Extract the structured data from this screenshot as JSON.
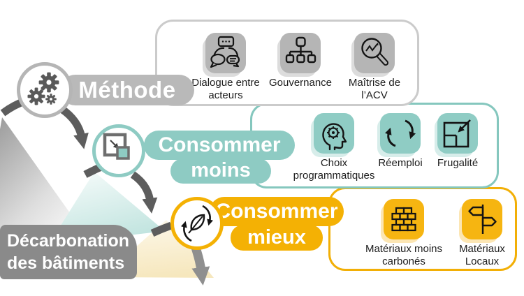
{
  "root": {
    "label_line1": "Décarbonation",
    "label_line2": "des bâtiments"
  },
  "colors": {
    "methode_gray": "#b9b9b9",
    "teal": "#8ecbc3",
    "yellow": "#f4b104",
    "root_gray": "#8a8a8a",
    "arrow_dark": "#5d5d5d",
    "arrow_light": "#8f8f8f"
  },
  "branches": {
    "methode": {
      "label": "Méthode",
      "icon": "gears-icon",
      "items": [
        {
          "label": "Dialogue entre acteurs",
          "icon": "dialogue-icon"
        },
        {
          "label": "Gouvernance",
          "icon": "org-chart-icon"
        },
        {
          "label": "Maîtrise de l’ACV",
          "icon": "magnifier-chart-icon"
        }
      ]
    },
    "consommer_moins": {
      "label_line1": "Consommer",
      "label_line2": "moins",
      "icon": "shrink-square-icon",
      "items": [
        {
          "label": "Choix programmatiques",
          "icon": "head-gear-icon"
        },
        {
          "label": "Réemploi",
          "icon": "cycle-arrows-icon"
        },
        {
          "label": "Frugalité",
          "icon": "reduce-area-icon"
        }
      ]
    },
    "consommer_mieux": {
      "label_line1": "Consommer",
      "label_line2": "mieux",
      "icon": "leaf-cycle-icon",
      "items": [
        {
          "label": "Matériaux moins carbonés",
          "icon": "brick-wall-icon"
        },
        {
          "label": "Matériaux Locaux",
          "icon": "signpost-icon"
        }
      ]
    }
  }
}
